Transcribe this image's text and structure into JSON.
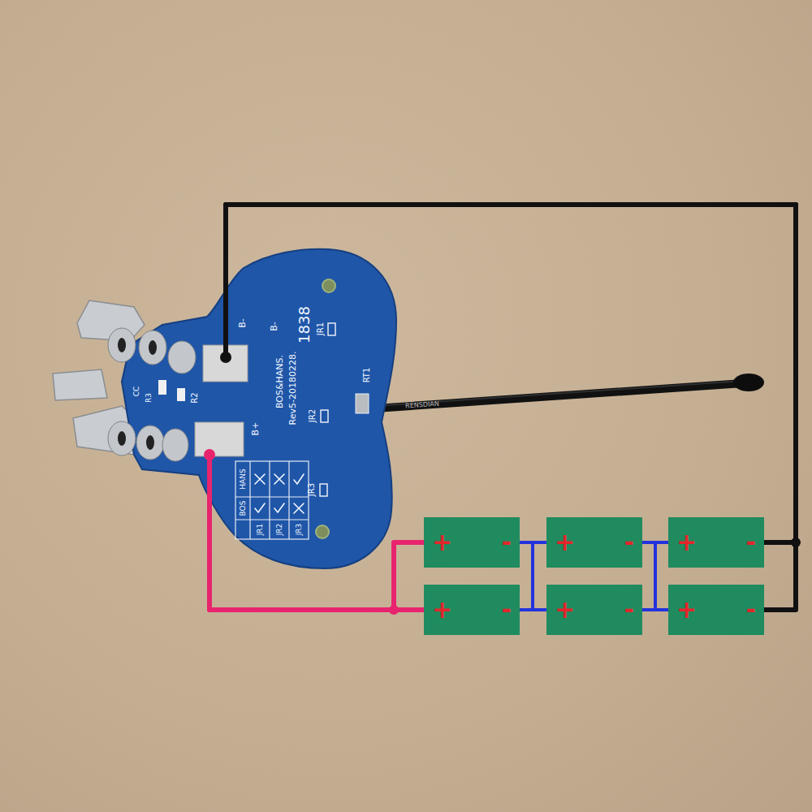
{
  "diagram": {
    "nodes": [
      {
        "text": [
          "B-",
          "B-",
          "1838",
          "JR1",
          "BOS&HANS.",
          "Rev5-20180228.",
          "RT1",
          "JR2",
          "CC",
          "R3",
          "R2",
          "B+",
          "JR3",
          "BOS",
          "HANS",
          "JR1",
          "JR2",
          "JR3"
        ]
      },
      {
        "text": [
          "+",
          "-"
        ]
      },
      {
        "text": [
          "+",
          "-"
        ]
      },
      {
        "text": [
          "+",
          "-"
        ]
      },
      {
        "text": [
          "+",
          "-"
        ]
      },
      {
        "text": [
          "+",
          "-"
        ]
      },
      {
        "text": [
          "+",
          "-"
        ]
      }
    ],
    "edges": [
      {
        "from": 0,
        "to": 1,
        "arrow": "none"
      },
      {
        "from": 0,
        "to": 4,
        "arrow": "none"
      },
      {
        "from": 0,
        "to": 3,
        "arrow": "none"
      },
      {
        "from": 0,
        "to": 6,
        "arrow": "none"
      }
    ],
    "labels": [
      "RENSDIAN"
    ]
  }
}
